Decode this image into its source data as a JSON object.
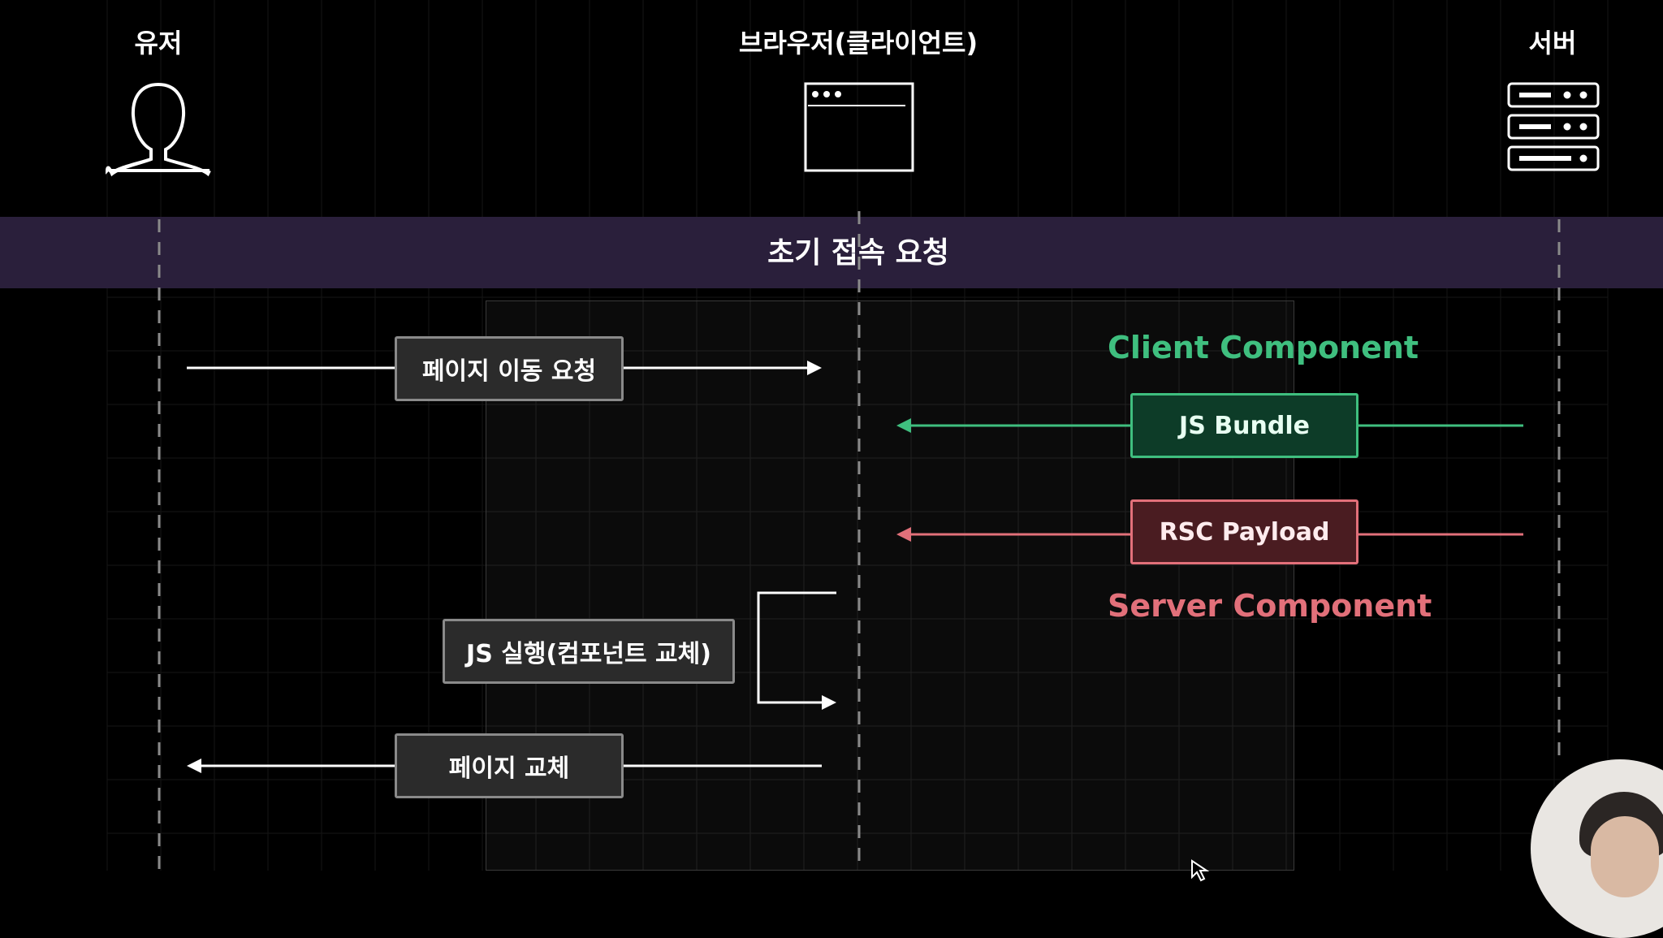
{
  "actors": {
    "user": "유저",
    "browser": "브라우저(클라이언트)",
    "server": "서버"
  },
  "icons": {
    "user": "user-silhouette-icon",
    "browser": "browser-window-icon",
    "server": "server-rack-icon"
  },
  "band": {
    "title": "초기 접속 요청"
  },
  "steps": {
    "page_move_request": "페이지 이동 요청",
    "js_bundle": "JS Bundle",
    "rsc_payload": "RSC Payload",
    "js_execute": "JS 실행(컴포넌트 교체)",
    "page_replace": "페이지 교체"
  },
  "captions": {
    "client_component": "Client Component",
    "server_component": "Server Component"
  },
  "colors": {
    "green": "#3fbf7f",
    "red": "#e2707a",
    "band": "#2a1f3b"
  }
}
